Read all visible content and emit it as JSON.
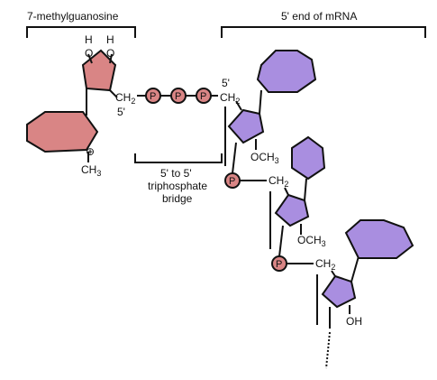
{
  "labels": {
    "cap": "7-methylguanosine",
    "mrna": "5' end of mRNA",
    "bridge_line1": "5' to 5'",
    "bridge_line2": "triphosphate",
    "bridge_line3": "bridge"
  },
  "atoms": {
    "hydroxyl_h": "H",
    "oxygen": "O",
    "oh": "OH",
    "ch2_main": "CH",
    "methoxy_main": "OCH",
    "ch3_main": "CH",
    "subscript_2": "2",
    "subscript_3": "3",
    "prime_5": "5'",
    "phosphate": "P",
    "plus": "⊕"
  },
  "colors": {
    "cap": "#d98585",
    "nucleotide": "#a98ee0",
    "phosphate": "#d98585",
    "stroke": "#111111"
  }
}
